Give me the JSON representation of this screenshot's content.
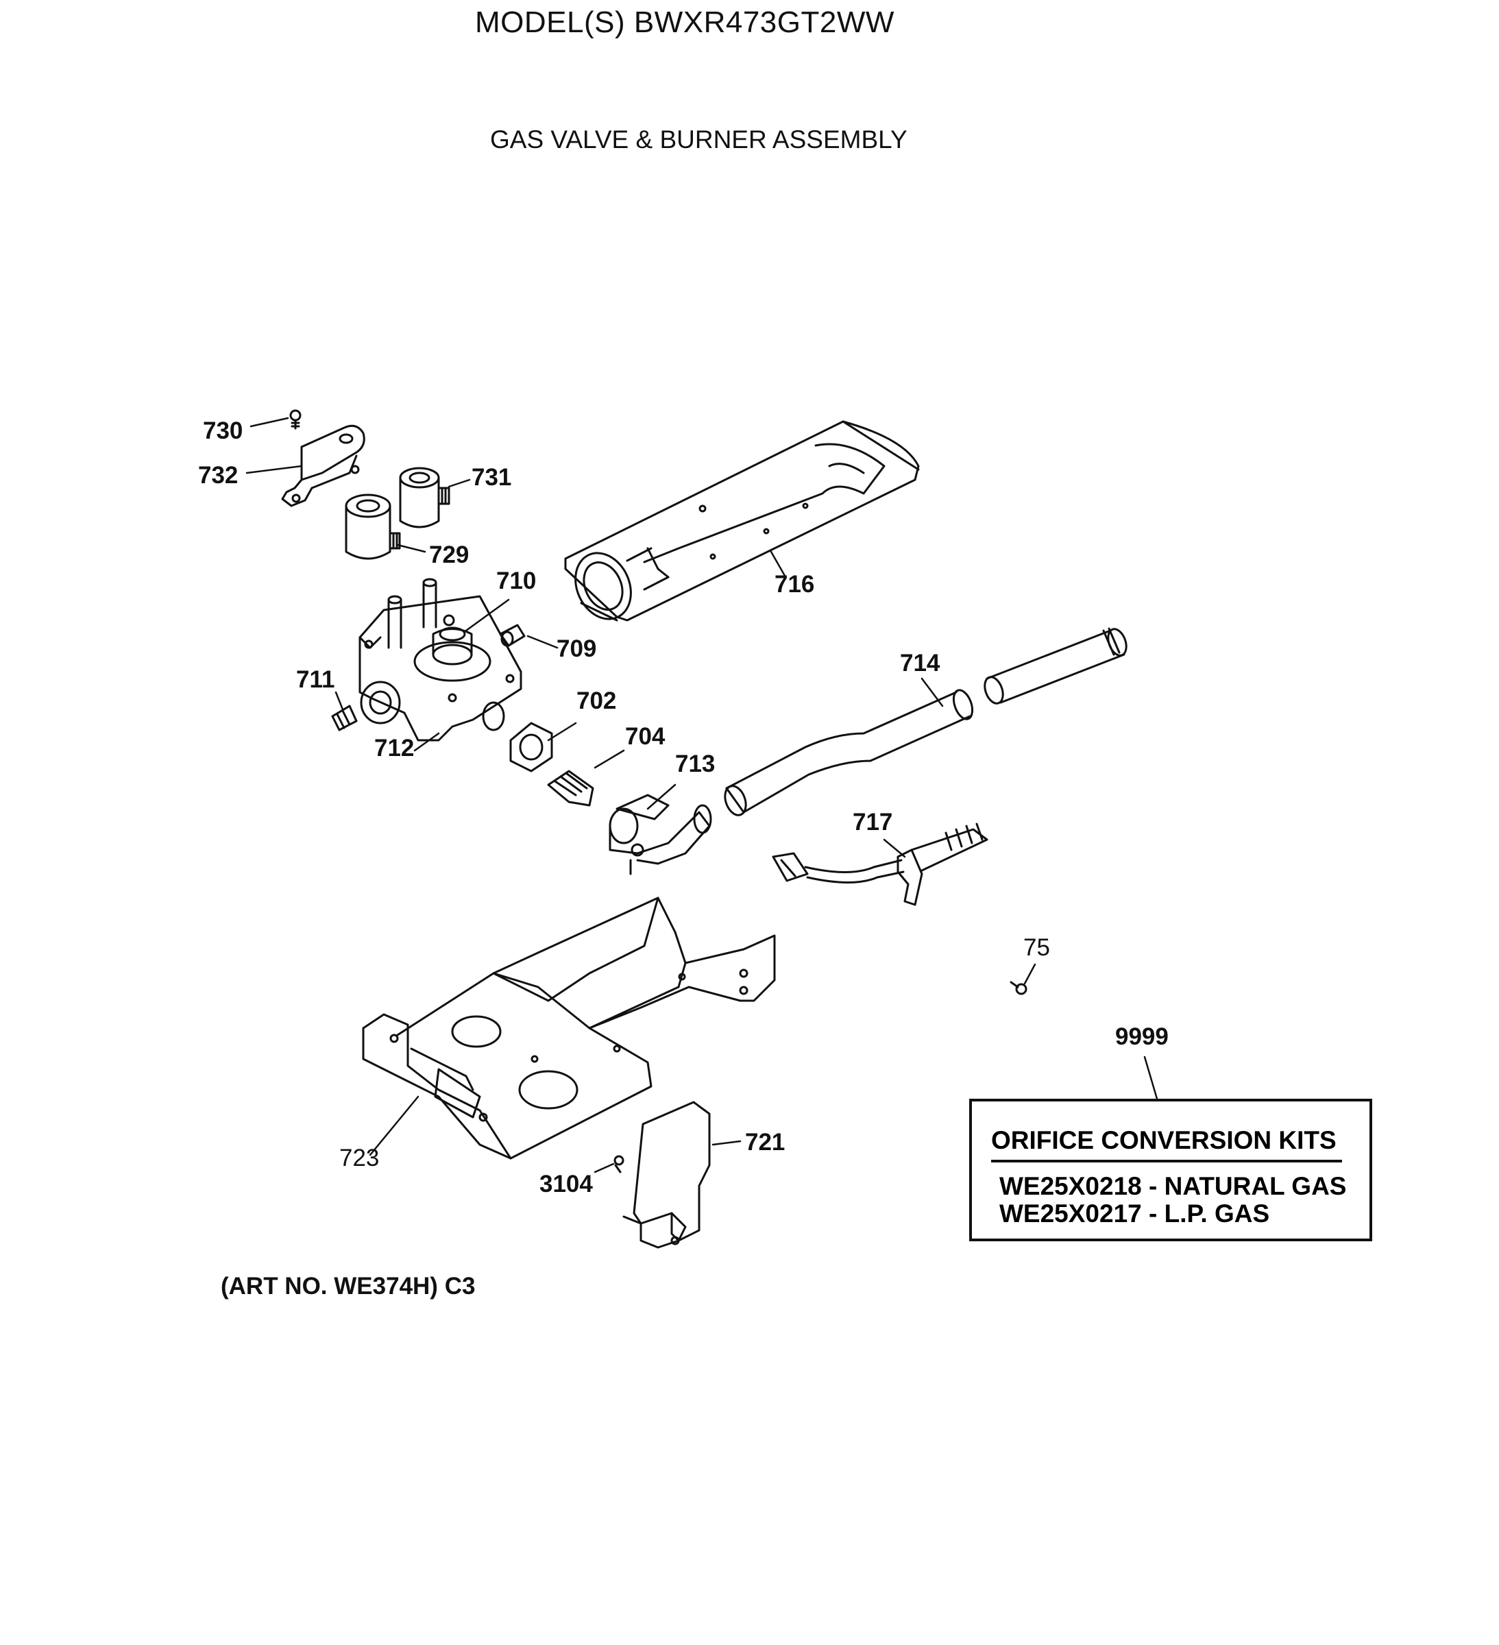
{
  "header": {
    "title": "MODEL(S) BWXR473GT2WW",
    "subtitle": "GAS VALVE & BURNER ASSEMBLY"
  },
  "parts": {
    "p730": "730",
    "p732": "732",
    "p731": "731",
    "p729": "729",
    "p710": "710",
    "p716": "716",
    "p709": "709",
    "p711": "711",
    "p712": "712",
    "p702": "702",
    "p704": "704",
    "p714": "714",
    "p713": "713",
    "p717": "717",
    "p75": "75",
    "p9999": "9999",
    "p723": "723",
    "p721": "721",
    "p3104": "3104"
  },
  "kit": {
    "title": "ORIFICE CONVERSION KITS",
    "line1": "WE25X0218 - NATURAL GAS",
    "line2": "WE25X0217 - L.P. GAS"
  },
  "footer": {
    "art_no": "(ART NO. WE374H) C3"
  }
}
